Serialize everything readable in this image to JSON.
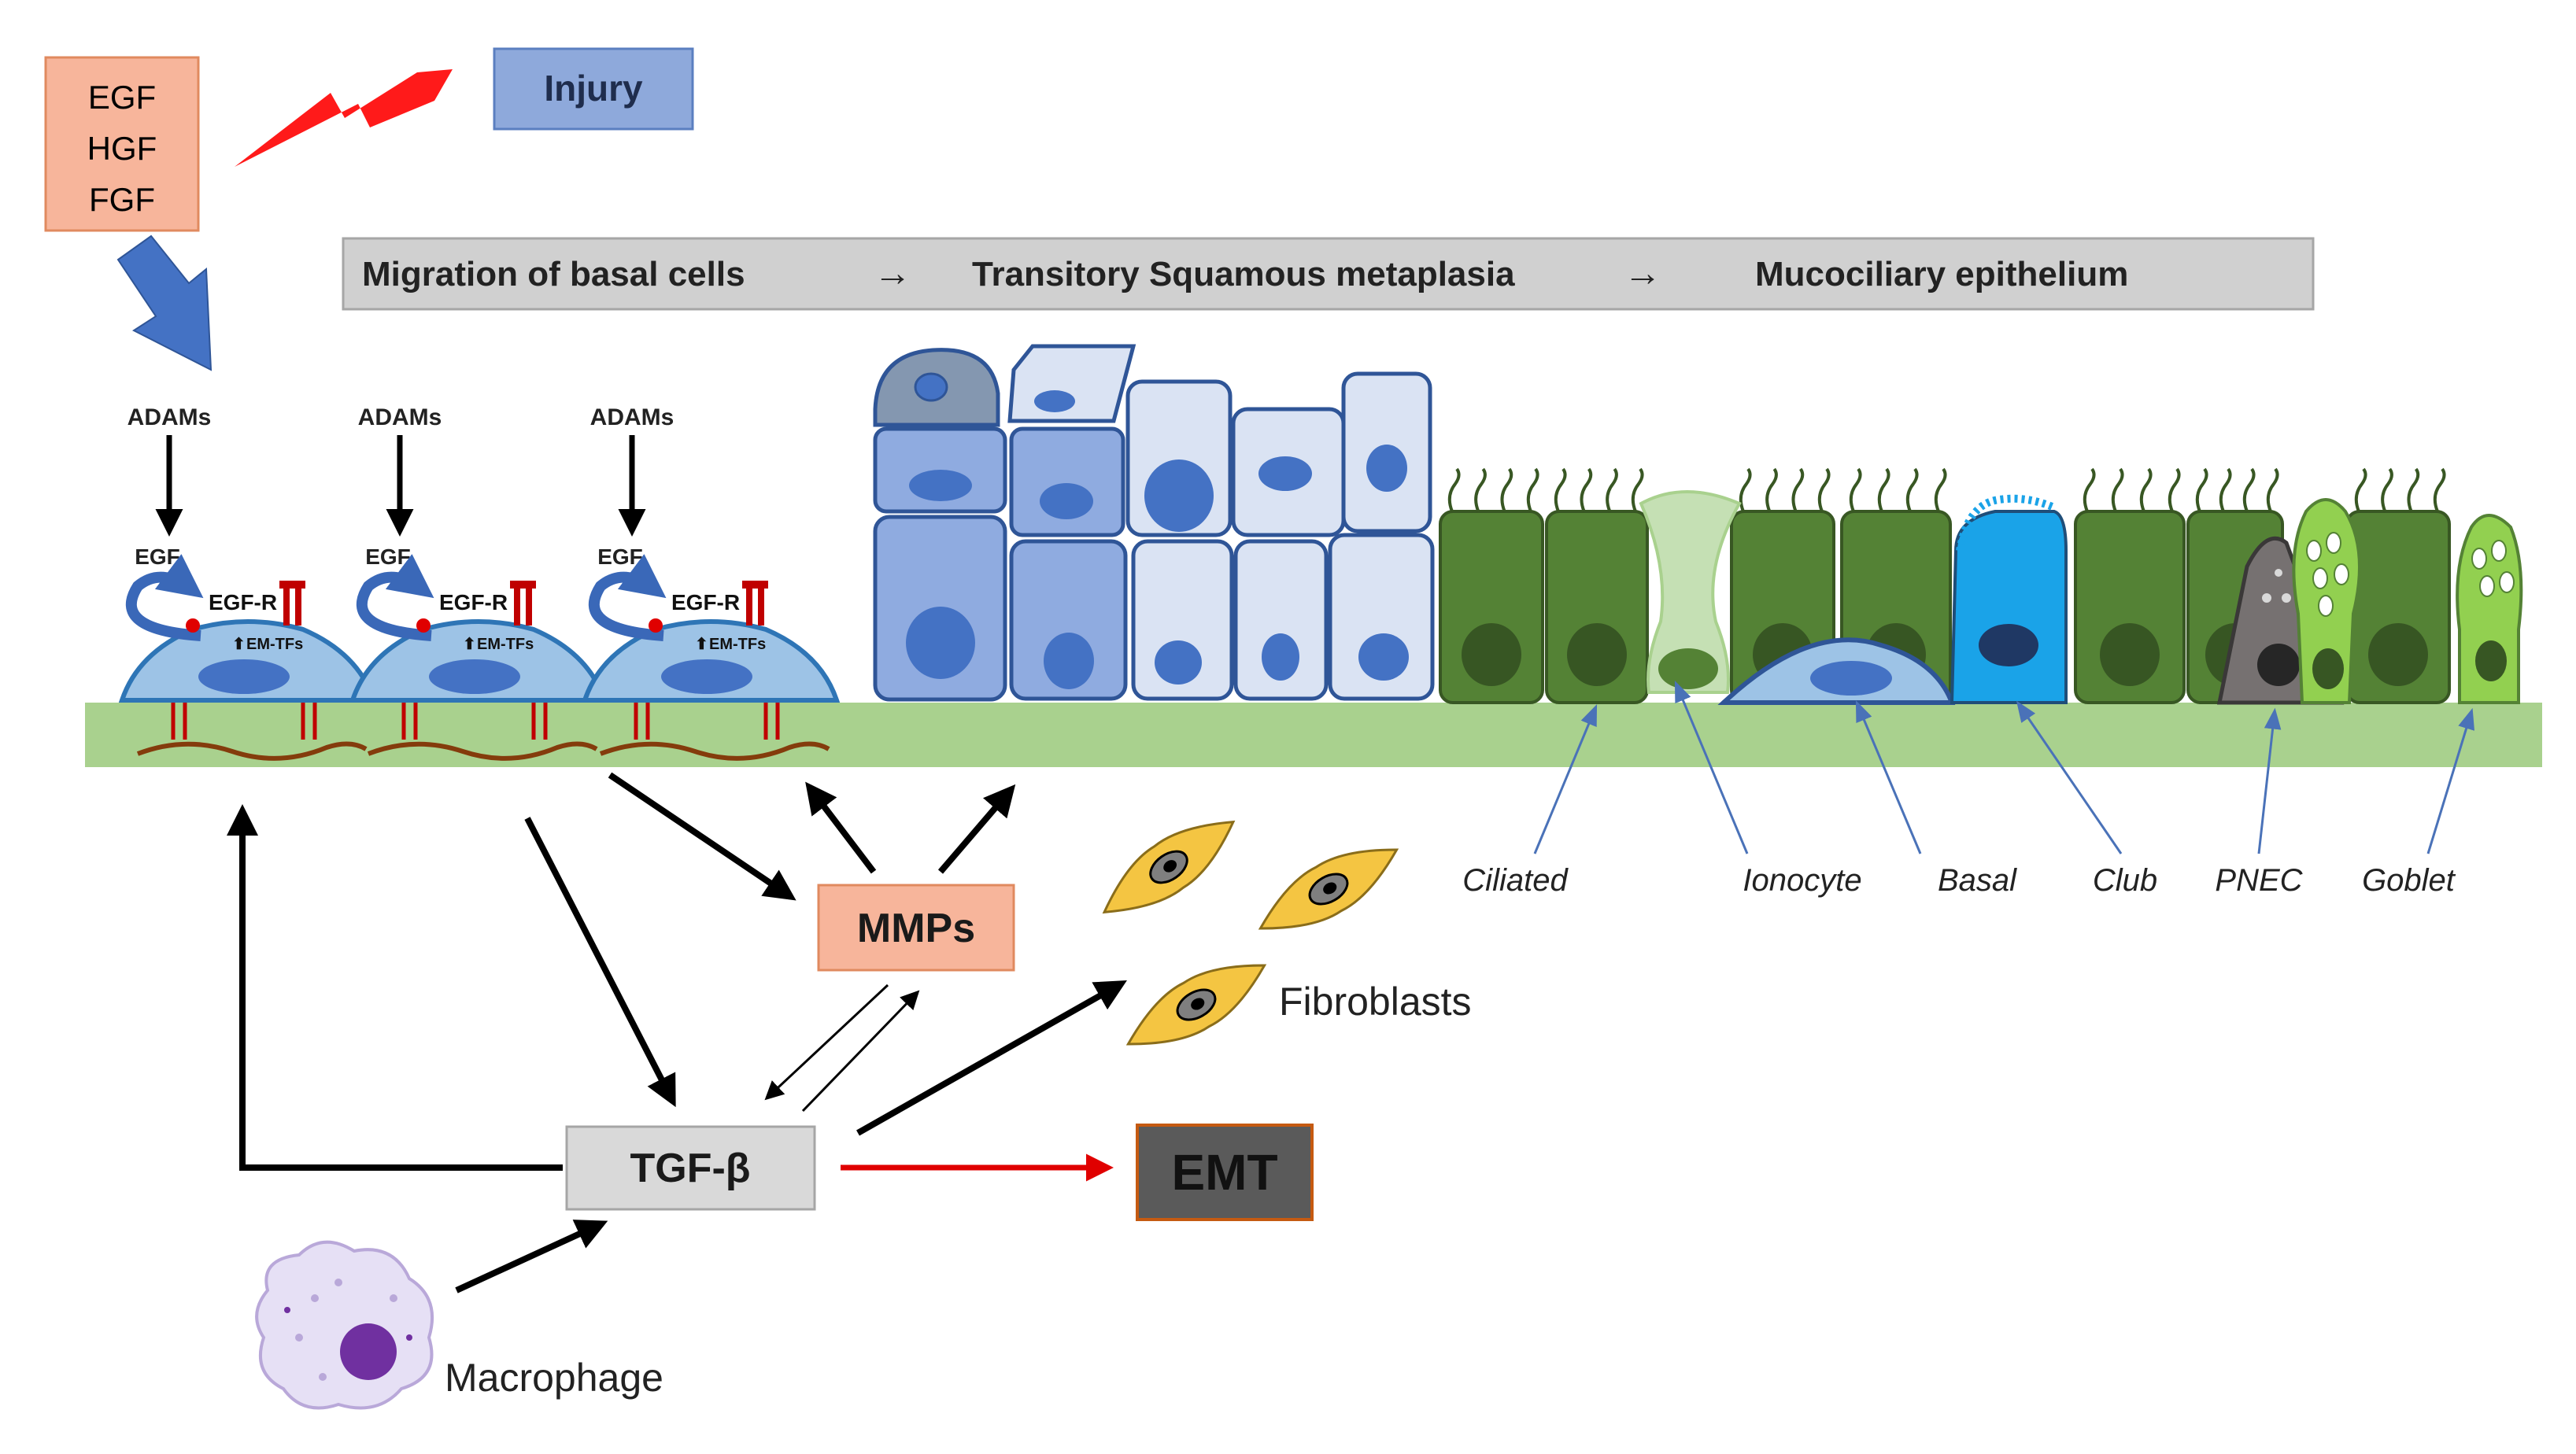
{
  "growth_factors": [
    "EGF",
    "HGF",
    "FGF"
  ],
  "injury_label": "Injury",
  "stages": {
    "stage1": "Migration of basal cells",
    "arrow1": "→",
    "stage2": "Transitory Squamous metaplasia",
    "arrow2": "→",
    "stage3": "Mucociliary epithelium"
  },
  "basal_units": [
    {
      "adams": "ADAMs",
      "egf": "EGF",
      "egfr": "EGF-R",
      "emtfs": "EM-TFs"
    },
    {
      "adams": "ADAMs",
      "egf": "EGF",
      "egfr": "EGF-R",
      "emtfs": "EM-TFs"
    },
    {
      "adams": "ADAMs",
      "egf": "EGF",
      "egfr": "EGF-R",
      "emtfs": "EM-TFs"
    }
  ],
  "cell_types": [
    "Ciliated",
    "Ionocyte",
    "Basal",
    "Club",
    "PNEC",
    "Goblet"
  ],
  "mediators": {
    "mmps": "MMPs",
    "tgfb": "TGF-β",
    "emt": "EMT",
    "fibroblasts": "Fibroblasts",
    "macrophage": "Macrophage"
  },
  "colors": {
    "growth_factor_box": "#f7b59b",
    "injury_box": "#8ea9db",
    "stage_bar": "#d0d0d0",
    "basement_membrane": "#a9d18e",
    "basal_cell": "#9dc3e6",
    "ciliated_cell": "#548235",
    "club_cell": "#1aa3e8",
    "emt_box": "#5a5a5a",
    "lightning": "#ff1a1a"
  }
}
